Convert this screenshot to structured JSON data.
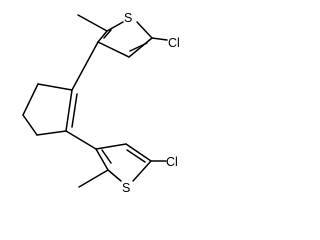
{
  "molecule": {
    "atoms": {
      "s_top": "S",
      "cl_top": "Cl",
      "s_bottom": "S",
      "cl_bottom": "Cl"
    }
  },
  "colors": {
    "bond": "#000000",
    "label": "#000000",
    "background": "#ffffff"
  }
}
